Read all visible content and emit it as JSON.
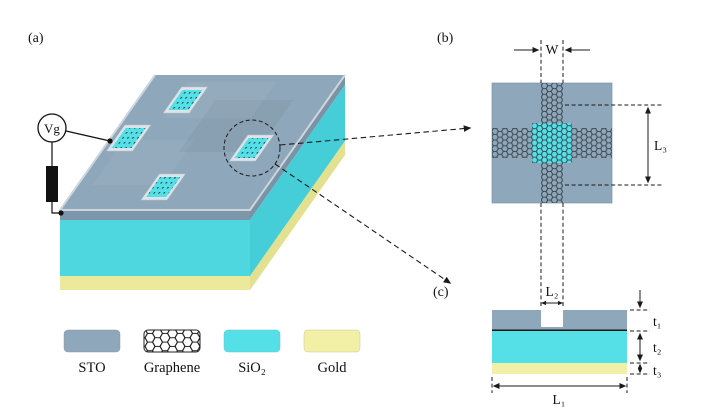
{
  "figure": {
    "panel_a_label": "(a)",
    "panel_b_label": "(b)",
    "panel_c_label": "(c)"
  },
  "gate": {
    "label": "Vg"
  },
  "dimensions": {
    "w": "W",
    "l1": "L₁",
    "l2": "L₂",
    "l3": "L₃",
    "t1": "t₁",
    "t2": "t₂",
    "t3": "t₃"
  },
  "legend": {
    "items": [
      {
        "label": "STO"
      },
      {
        "label": "Graphene"
      },
      {
        "label": "SiO₂"
      },
      {
        "label": "Gold"
      }
    ]
  },
  "colors": {
    "sto": "#8FA7BA",
    "sto_front": "#7E96AA",
    "sto_side": "#7B93A6",
    "sio2": "#55DFE6",
    "sio2_front": "#4ED7DF",
    "sio2_side": "#45CED7",
    "gold": "#F2EFA6",
    "gold_front": "#ECE99C",
    "gold_side": "#E3E08F",
    "hole_rim": "#DDE4E9"
  }
}
